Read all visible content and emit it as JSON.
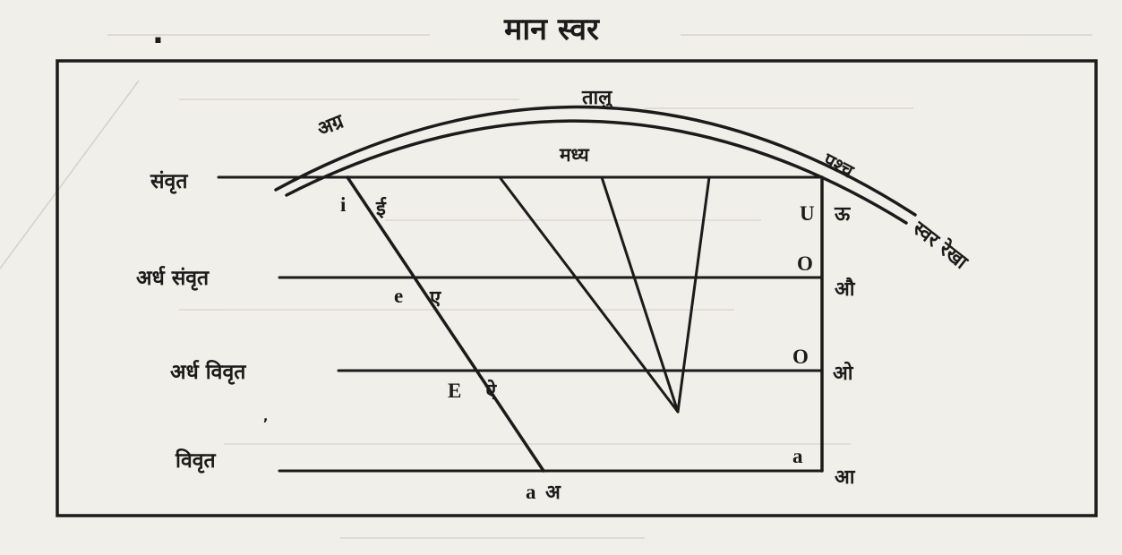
{
  "title": "मान स्वर",
  "title_mark": ".",
  "palate_labels": {
    "palate": "तालु",
    "front": "अग्र",
    "middle": "मध्य",
    "back": "पश्च",
    "vowel_line": "स्वर रेखा"
  },
  "heights": {
    "close": "संवृत",
    "half_close": "अर्ध संवृत",
    "half_open": "अर्ध विवृत",
    "open": "विवृत"
  },
  "front_vowels": {
    "i_roman": "i",
    "i_deva": "ई",
    "e_roman": "e",
    "e_deva": "ए",
    "E_roman": "E",
    "E_deva": "ऐ",
    "a_roman": "a",
    "a_deva": "अ"
  },
  "back_vowels": {
    "u_roman": "U",
    "u_deva": "ऊ",
    "o_roman": "O",
    "o_deva": "औ",
    "O_roman": "O",
    "O_deva": "ओ",
    "a_roman": "a",
    "a_deva": "आ"
  },
  "colors": {
    "ink": "#1b1b1b",
    "paper": "#f1efe9",
    "bleed": "#cfcbc2"
  }
}
